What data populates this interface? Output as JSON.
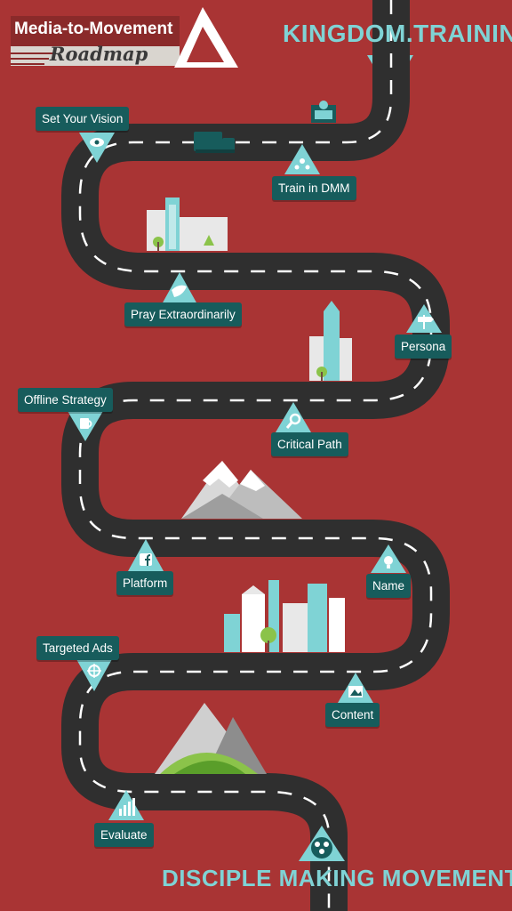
{
  "header": {
    "title_line1": "Media-to-Movement",
    "title_line2": "Roadmap",
    "brand": "KINGDOM.TRAINING"
  },
  "footer": {
    "tagline": "DISCIPLE MAKING MOVEMENT"
  },
  "colors": {
    "background": "#a93434",
    "road": "#2f2f2f",
    "marker": "#7fd3d5",
    "label_bg": "#175c5c",
    "label_text": "#ffffff"
  },
  "steps": [
    {
      "label": "Set Your Vision",
      "icon": "eye-icon"
    },
    {
      "label": "Train in DMM",
      "icon": "people-icon"
    },
    {
      "label": "Pray Extraordinarily",
      "icon": "dove-icon"
    },
    {
      "label": "Persona",
      "icon": "signpost-icon"
    },
    {
      "label": "Offline Strategy",
      "icon": "coffee-cup-icon"
    },
    {
      "label": "Critical Path",
      "icon": "magnifier-icon"
    },
    {
      "label": "Platform",
      "icon": "facebook-icon"
    },
    {
      "label": "Name",
      "icon": "lightbulb-icon"
    },
    {
      "label": "Targeted Ads",
      "icon": "crosshair-icon"
    },
    {
      "label": "Content",
      "icon": "image-icon"
    },
    {
      "label": "Evaluate",
      "icon": "bar-chart-icon"
    }
  ]
}
